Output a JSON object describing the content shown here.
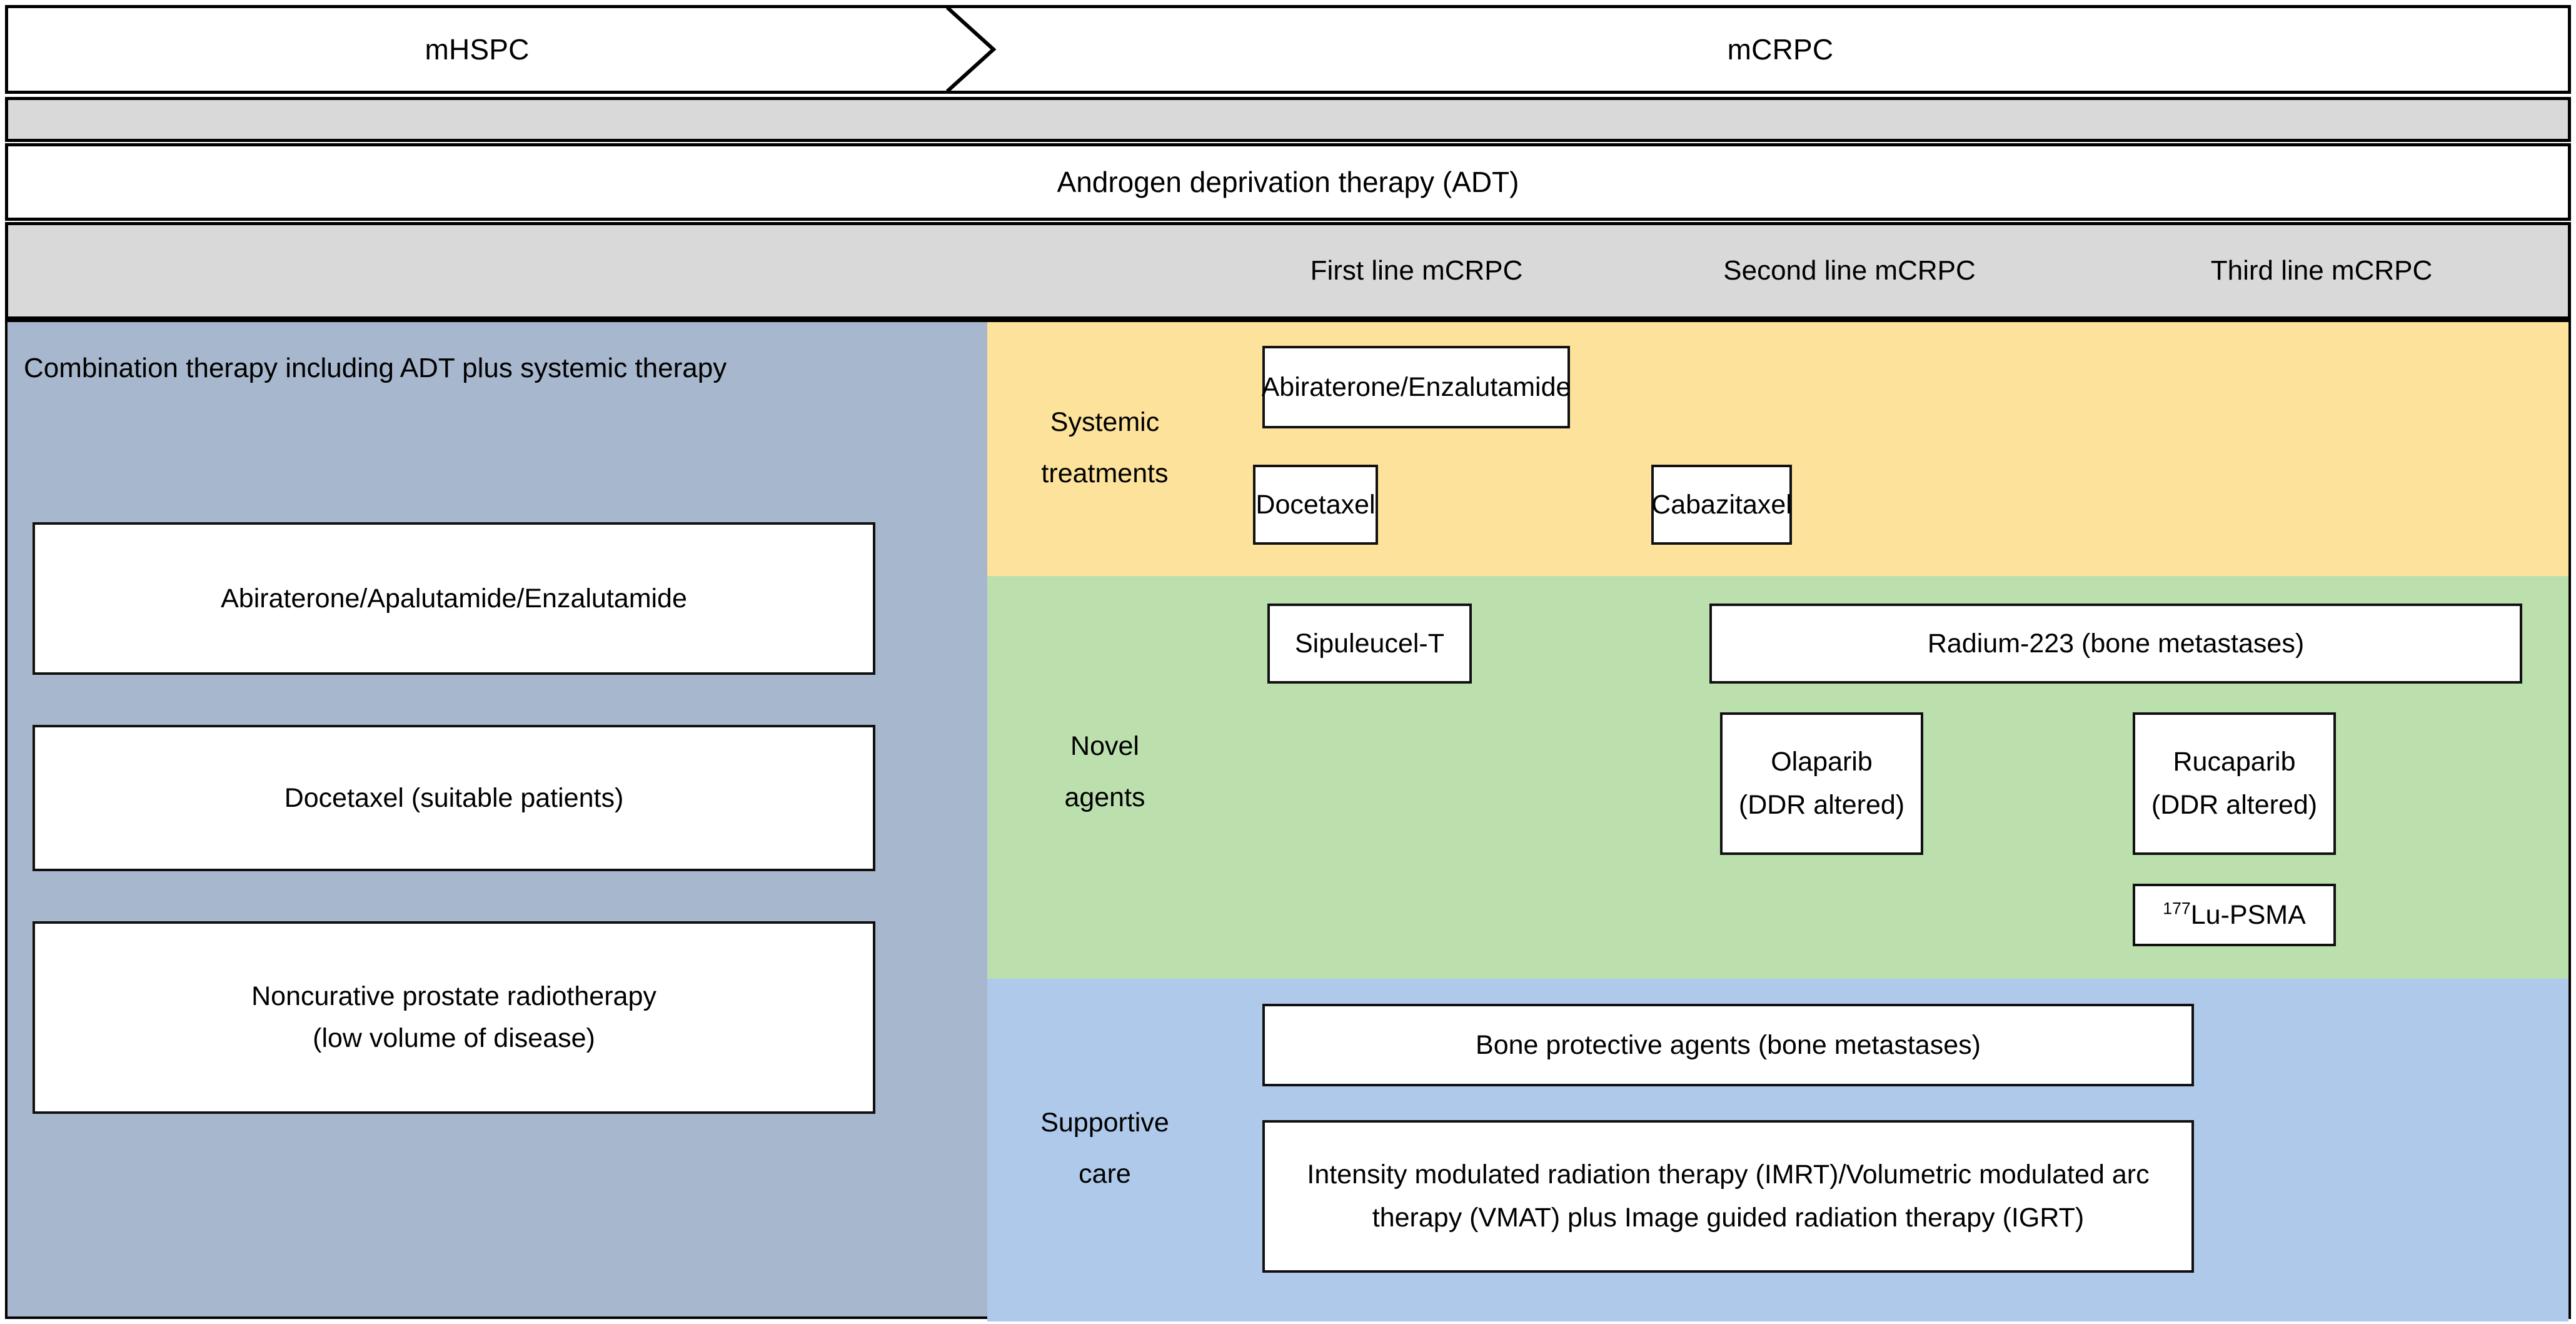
{
  "header": {
    "mhspc": "mHSPC",
    "mcrpc": "mCRPC",
    "arrow_icon": "chevron-right-icon"
  },
  "adt_row": {
    "label": "Androgen deprivation therapy (ADT)"
  },
  "column_headers": [
    "First line mCRPC",
    "Second line mCRPC",
    "Third line mCRPC"
  ],
  "left_column": {
    "title": "Combination therapy including ADT plus systemic therapy",
    "boxes": [
      {
        "line1": "Abiraterone/Apalutamide/Enzalutamide",
        "line2": ""
      },
      {
        "line1": "Docetaxel (suitable patients)",
        "line2": ""
      },
      {
        "line1": "Noncurative prostate radiotherapy",
        "line2": "(low volume of disease)"
      }
    ]
  },
  "bands": [
    {
      "name": "systemic-treatments",
      "label_line1": "Systemic",
      "label_line2": "treatments",
      "color": "#fce29a",
      "boxes": [
        {
          "text": "Abiraterone/Enzalutamide",
          "column": "first-second-line"
        },
        {
          "text": "Docetaxel",
          "column": "first-line"
        },
        {
          "text": "Cabazitaxel",
          "column": "second-line"
        }
      ]
    },
    {
      "name": "novel-agents",
      "label_line1": "Novel",
      "label_line2": "agents",
      "color": "#bce0ad",
      "boxes": [
        {
          "text": "Sipuleucel-T",
          "column": "first-line"
        },
        {
          "text": "Radium-223 (bone metastases)",
          "column": "second-third-line"
        },
        {
          "line1": "Olaparib",
          "line2": "(DDR altered)",
          "column": "second-line"
        },
        {
          "line1": "Rucaparib",
          "line2": "(DDR altered)",
          "column": "third-line"
        },
        {
          "superscript": "177",
          "text": "Lu-PSMA",
          "column": "third-line"
        }
      ]
    },
    {
      "name": "supportive-care",
      "label_line1": "Supportive",
      "label_line2": "care",
      "color": "#aec9ea",
      "boxes": [
        {
          "text": "Bone protective agents (bone metastases)",
          "column": "all-lines"
        },
        {
          "line1": "Intensity modulated radiation therapy (IMRT)/Volumetric modulated arc",
          "line2": "therapy (VMAT) plus Image guided radiation therapy (IGRT)",
          "column": "all-lines"
        }
      ]
    }
  ],
  "colors": {
    "left_column_bg": "#a7b7cd",
    "gray_band": "#d9d9d9",
    "systemic_yellow": "#fce29a",
    "novel_green": "#bce0ad",
    "supportive_blue": "#aec9ea",
    "border": "#000000"
  }
}
